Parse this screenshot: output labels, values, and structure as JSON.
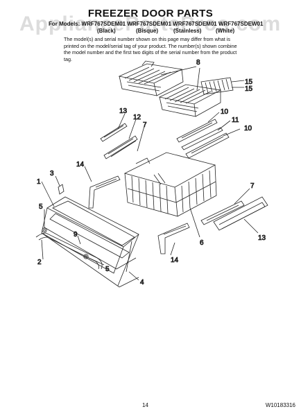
{
  "header": {
    "title": "FREEZER DOOR PARTS",
    "models_line": "For Models: WRF767SDEM01  WRF767SDEM01  WRF767SDEM01  WRF767SDEW01",
    "colors": [
      "(Black)",
      "(Bisque)",
      "(Stainless)",
      "(White)"
    ],
    "intro": "The model(s) and serial number shown on this page may differ from what is printed on the model/serial tag of your product. The number(s) shown combine the model number and the first two digits of the serial number from the product tag."
  },
  "watermark": "AppliancePartsPros.com",
  "callouts": {
    "c8": "8",
    "c15a": "15",
    "c15b": "15",
    "c13a": "13",
    "c12": "12",
    "c7a": "7",
    "c10a": "10",
    "c11": "11",
    "c10b": "10",
    "c14a": "14",
    "c3": "3",
    "c1": "1",
    "c5a": "5",
    "c9": "9",
    "c2": "2",
    "c5b": "5",
    "c4": "4",
    "c6": "6",
    "c14b": "14",
    "c7b": "7",
    "c13b": "13"
  },
  "footer": {
    "page_number": "14",
    "document_number": "W10183316"
  }
}
